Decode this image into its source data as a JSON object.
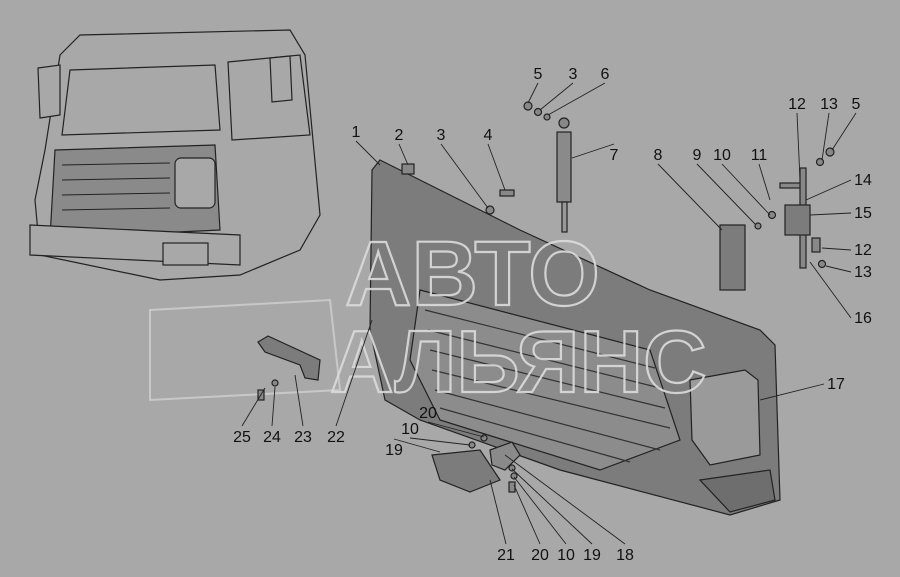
{
  "watermark": {
    "line1": "АВТО",
    "line2": "АЛЬЯНС"
  },
  "callouts": [
    "1",
    "2",
    "3",
    "4",
    "5",
    "3",
    "6",
    "7",
    "8",
    "9",
    "10",
    "11",
    "12",
    "13",
    "5",
    "14",
    "15",
    "12",
    "13",
    "16",
    "17",
    "20",
    "10",
    "19",
    "25",
    "24",
    "23",
    "22",
    "21",
    "20",
    "10",
    "19",
    "18"
  ],
  "colors": {
    "background": "#a8a8a8",
    "parts": "#7c7c7c",
    "line": "#222222"
  }
}
